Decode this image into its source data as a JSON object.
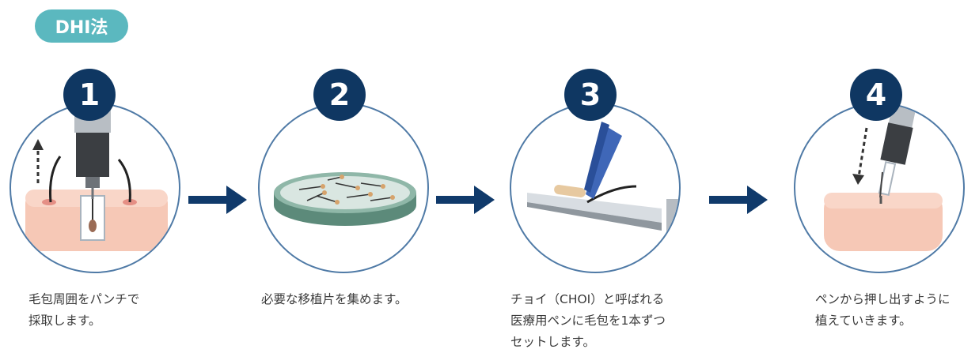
{
  "header": {
    "badge": "DHI法"
  },
  "steps": [
    {
      "number": "1",
      "caption": "毛包周囲をパンチで\n採取します。"
    },
    {
      "number": "2",
      "caption": "必要な移植片を集めます。"
    },
    {
      "number": "3",
      "caption": "チョイ（CHOI）と呼ばれる\n医療用ペンに毛包を1本ずつ\nセットします。"
    },
    {
      "number": "4",
      "caption": "ペンから押し出すように\n植えていきます。"
    }
  ],
  "colors": {
    "badge": "#5bb8bf",
    "step_number": "#0f3762",
    "arrow": "#103a6b",
    "circle_border": "#4f7aa6"
  }
}
